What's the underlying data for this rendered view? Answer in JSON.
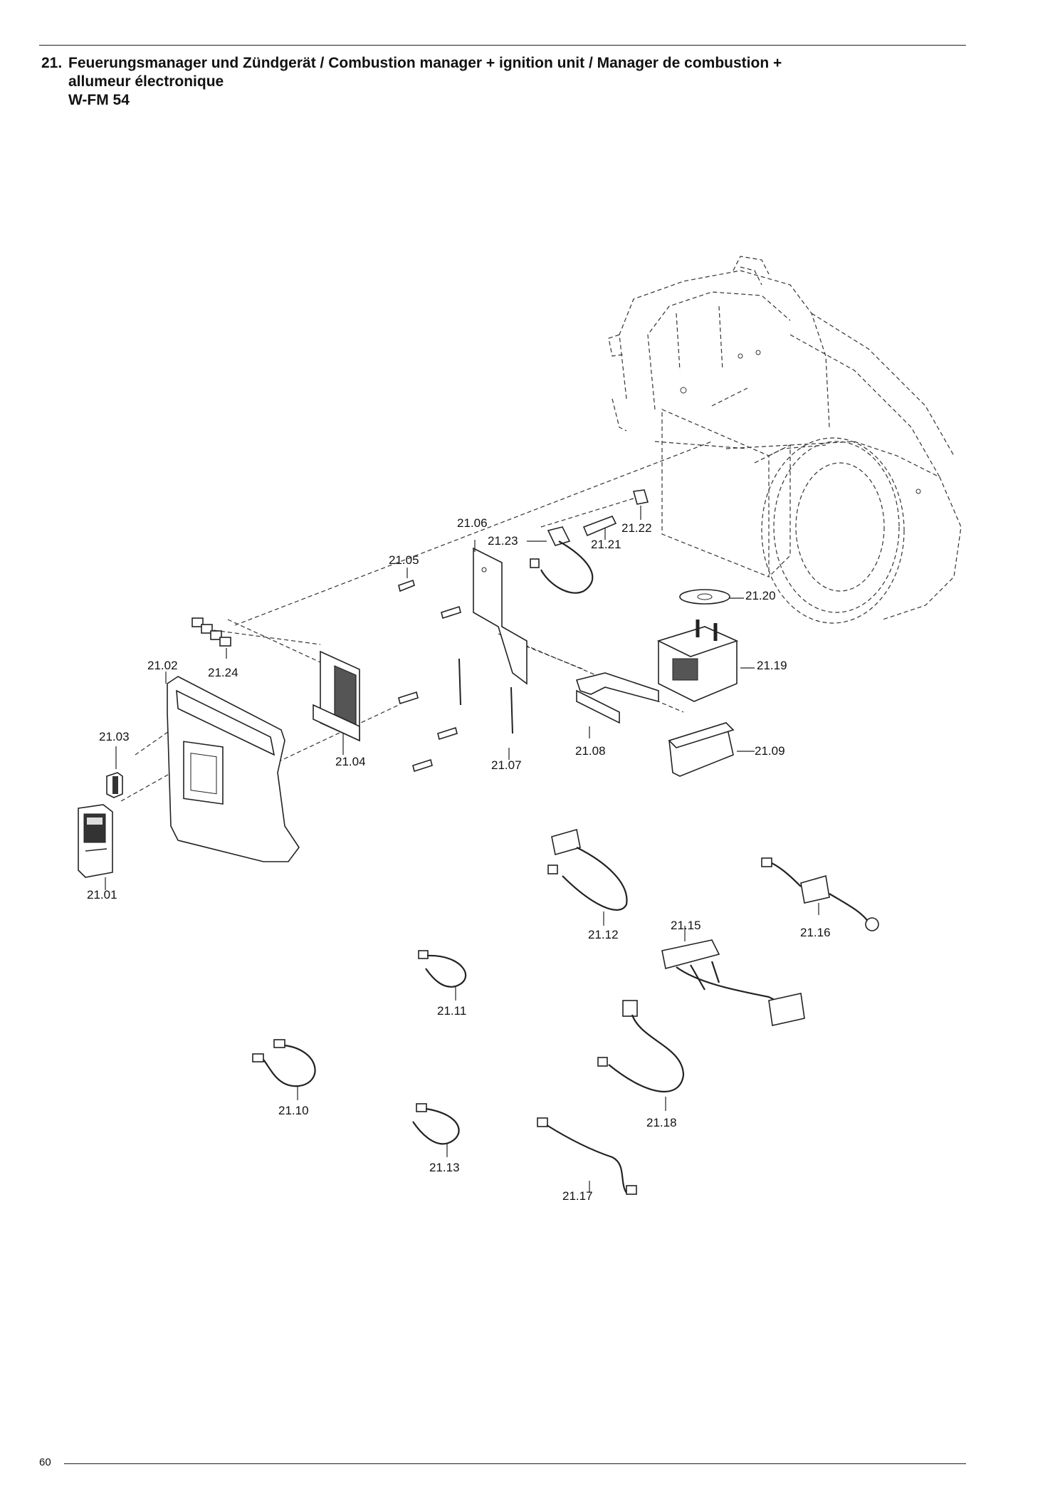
{
  "header": {
    "number": "21.",
    "line1": "Feuerungsmanager und Zündgerät / Combustion manager + ignition unit / Manager de combustion +",
    "line2": "allumeur électronique",
    "line3": "W-FM 54"
  },
  "page_number": "60",
  "parts": {
    "p2101": "21.01",
    "p2102": "21.02",
    "p2103": "21.03",
    "p2104": "21.04",
    "p2105": "21.05",
    "p2106": "21.06",
    "p2107": "21.07",
    "p2108": "21.08",
    "p2109": "21.09",
    "p2110": "21.10",
    "p2111": "21.11",
    "p2112": "21.12",
    "p2113": "21.13",
    "p2115": "21.15",
    "p2116": "21.16",
    "p2117": "21.17",
    "p2118": "21.18",
    "p2119": "21.19",
    "p2120": "21.20",
    "p2121": "21.21",
    "p2122": "21.22",
    "p2123": "21.23",
    "p2124": "21.24"
  }
}
